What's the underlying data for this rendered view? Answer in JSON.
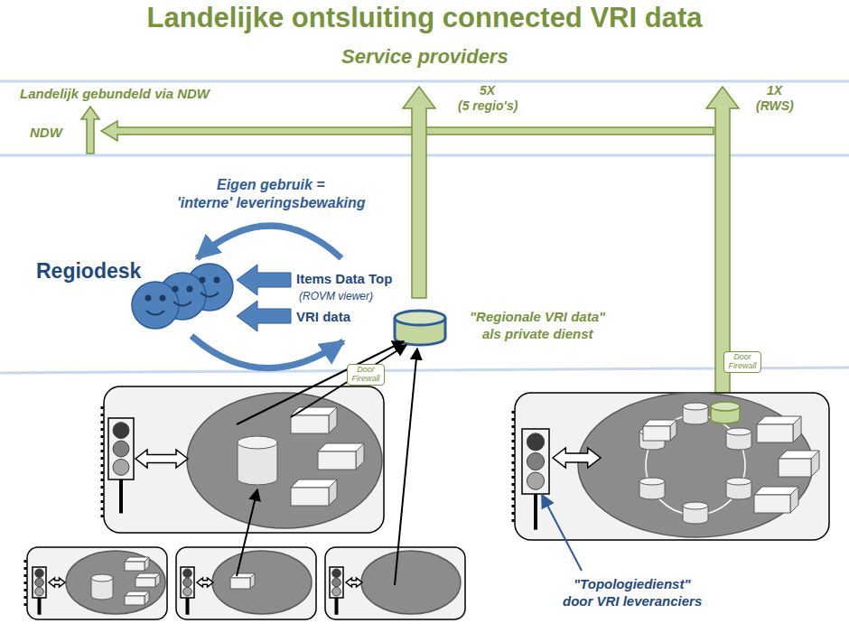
{
  "diagram": {
    "title": "Landelijke ontsluiting connected VRI data",
    "nodes": [
      {
        "text": [
          "Door Firewall"
        ]
      },
      {
        "text": [
          "Door Firewall"
        ]
      }
    ],
    "labels": [
      "Service providers",
      "Landelijk gebundeld via NDW",
      "NDW",
      "5X",
      "(5 regio's)",
      "1X",
      "(RWS)",
      "Eigen gebruik =",
      "'interne' leveringsbewaking",
      "Regiodesk",
      "Items Data Top",
      "(ROVM viewer)",
      "VRI data",
      "\"Regionale VRI data\"",
      "als private dienst",
      "\"Topologiedienst\"",
      "door VRI leveranciers"
    ]
  }
}
